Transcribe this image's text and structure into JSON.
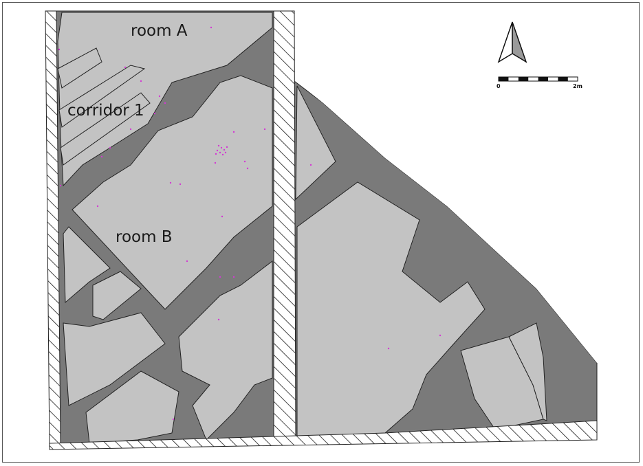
{
  "labels": {
    "room_a": "room A",
    "corridor_1": "corridor 1",
    "room_b": "room B"
  },
  "scale_bar": {
    "start_label": "0",
    "end_label": "2m"
  },
  "north_arrow": {
    "icon": "north-arrow-icon"
  },
  "colors": {
    "floor": "#c3c3c3",
    "wall": "#7a7a7a",
    "hatch": "#1a1a1a",
    "find_point": "#d23ad2",
    "background": "#ffffff"
  }
}
